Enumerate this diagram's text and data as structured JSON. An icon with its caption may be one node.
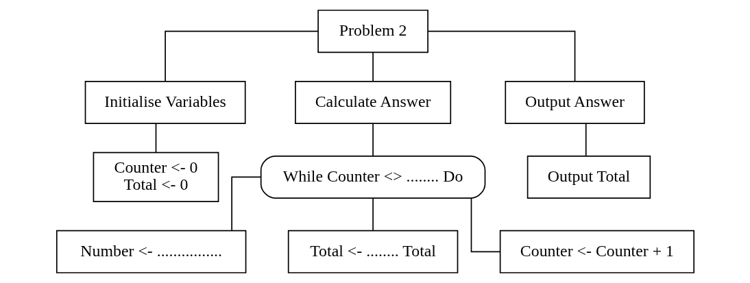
{
  "diagram": {
    "nodes": [
      {
        "text": [
          "Problem 2"
        ]
      },
      {
        "text": [
          "Initialise Variables"
        ]
      },
      {
        "text": [
          "Calculate Answer"
        ]
      },
      {
        "text": [
          "Output Answer"
        ]
      },
      {
        "text": [
          "Counter <- 0",
          "Total <- 0"
        ]
      },
      {
        "text": [
          "While Counter <> ........ Do"
        ]
      },
      {
        "text": [
          "Output Total"
        ]
      },
      {
        "text": [
          "Number <- ................"
        ]
      },
      {
        "text": [
          "Total <- ........ Total"
        ]
      },
      {
        "text": [
          "Counter <- Counter + 1"
        ]
      }
    ],
    "edges": [
      {
        "from": 0,
        "to": 1,
        "arrow": "none"
      },
      {
        "from": 0,
        "to": 2,
        "arrow": "none"
      },
      {
        "from": 0,
        "to": 3,
        "arrow": "none"
      },
      {
        "from": 1,
        "to": 4,
        "arrow": "none"
      },
      {
        "from": 2,
        "to": 5,
        "arrow": "none"
      },
      {
        "from": 3,
        "to": 6,
        "arrow": "none"
      },
      {
        "from": 5,
        "to": 7,
        "arrow": "none"
      },
      {
        "from": 5,
        "to": 8,
        "arrow": "none"
      },
      {
        "from": 5,
        "to": 9,
        "arrow": "none"
      }
    ]
  }
}
